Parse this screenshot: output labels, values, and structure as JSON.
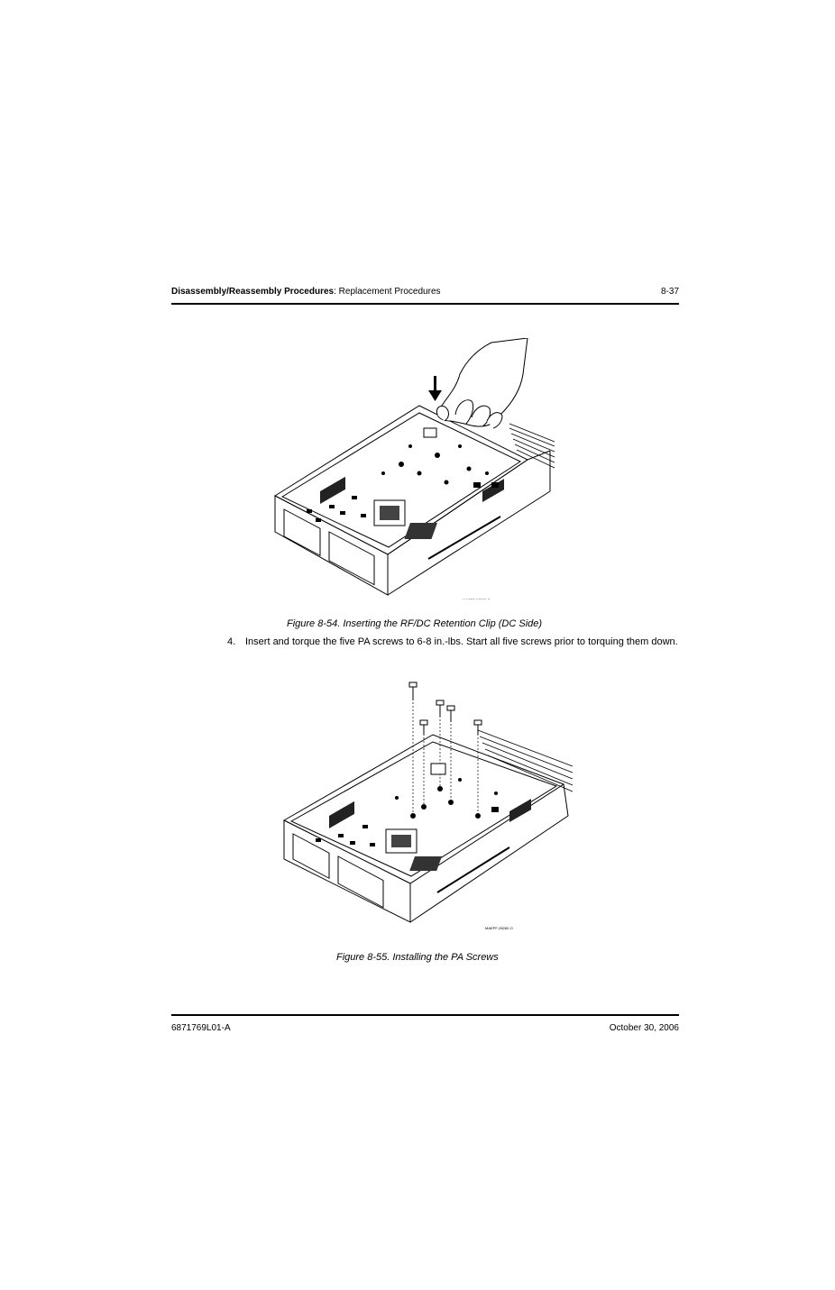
{
  "header": {
    "section_bold": "Disassembly/Reassembly Procedures",
    "section_rest": ": Replacement Procedures",
    "page_number": "8-37"
  },
  "figure1": {
    "art_id": "MAEPF-28283-O",
    "caption": "Figure 8-54.  Inserting the RF/DC Retention Clip (DC Side)"
  },
  "step": {
    "number": "4.",
    "text": "Insert and torque the five PA screws to 6-8 in.-lbs. Start all five screws prior to torquing them down."
  },
  "figure2": {
    "art_id": "MAEPF-28282-O",
    "caption": "Figure 8-55.  Installing the PA Screws"
  },
  "footer": {
    "doc_number": "6871769L01-A",
    "date": "October 30, 2006"
  }
}
